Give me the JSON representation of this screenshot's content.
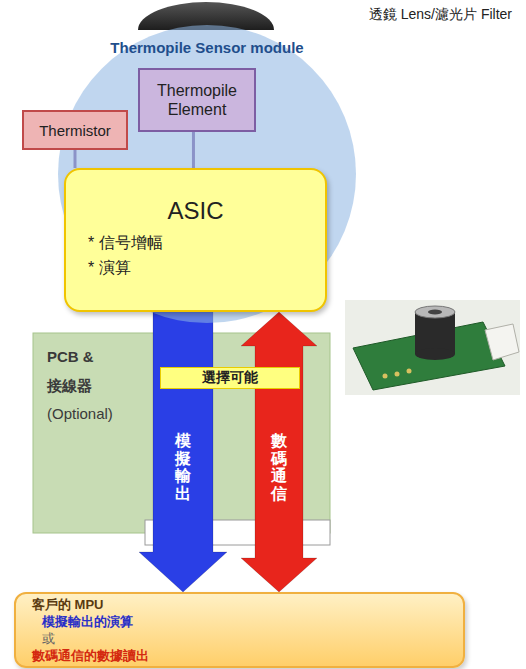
{
  "diagram": {
    "nodes": [
      {
        "text": [
          "Thermopile Sensor module"
        ]
      },
      {
        "text": [
          "Thermistor"
        ],
        "in": 0
      },
      {
        "text": [
          "Thermopile Element"
        ],
        "in": 0
      },
      {
        "text": [
          "ASIC",
          "* 信号增幅",
          "* 演算"
        ],
        "in": 0
      },
      {
        "text": [
          "PCB & 接線器",
          "(Optional)"
        ]
      },
      {
        "text": [
          "選擇可能"
        ],
        "in": 4
      },
      {
        "text": [
          "客戶的 MPU",
          "模擬輸出的演算",
          "或",
          "數碼通信的數據讀出"
        ]
      }
    ],
    "edges": [
      {
        "from": 1,
        "to": 3,
        "arrow": "none"
      },
      {
        "from": 2,
        "to": 3,
        "arrow": "none"
      },
      {
        "from": 3,
        "to": 6,
        "arrow": "to",
        "label": "模擬輸出"
      },
      {
        "from": 3,
        "to": 6,
        "arrow": "both",
        "label": "數碼通信"
      }
    ],
    "labels": [
      "透鏡 Lens/濾光片 Filter"
    ]
  }
}
